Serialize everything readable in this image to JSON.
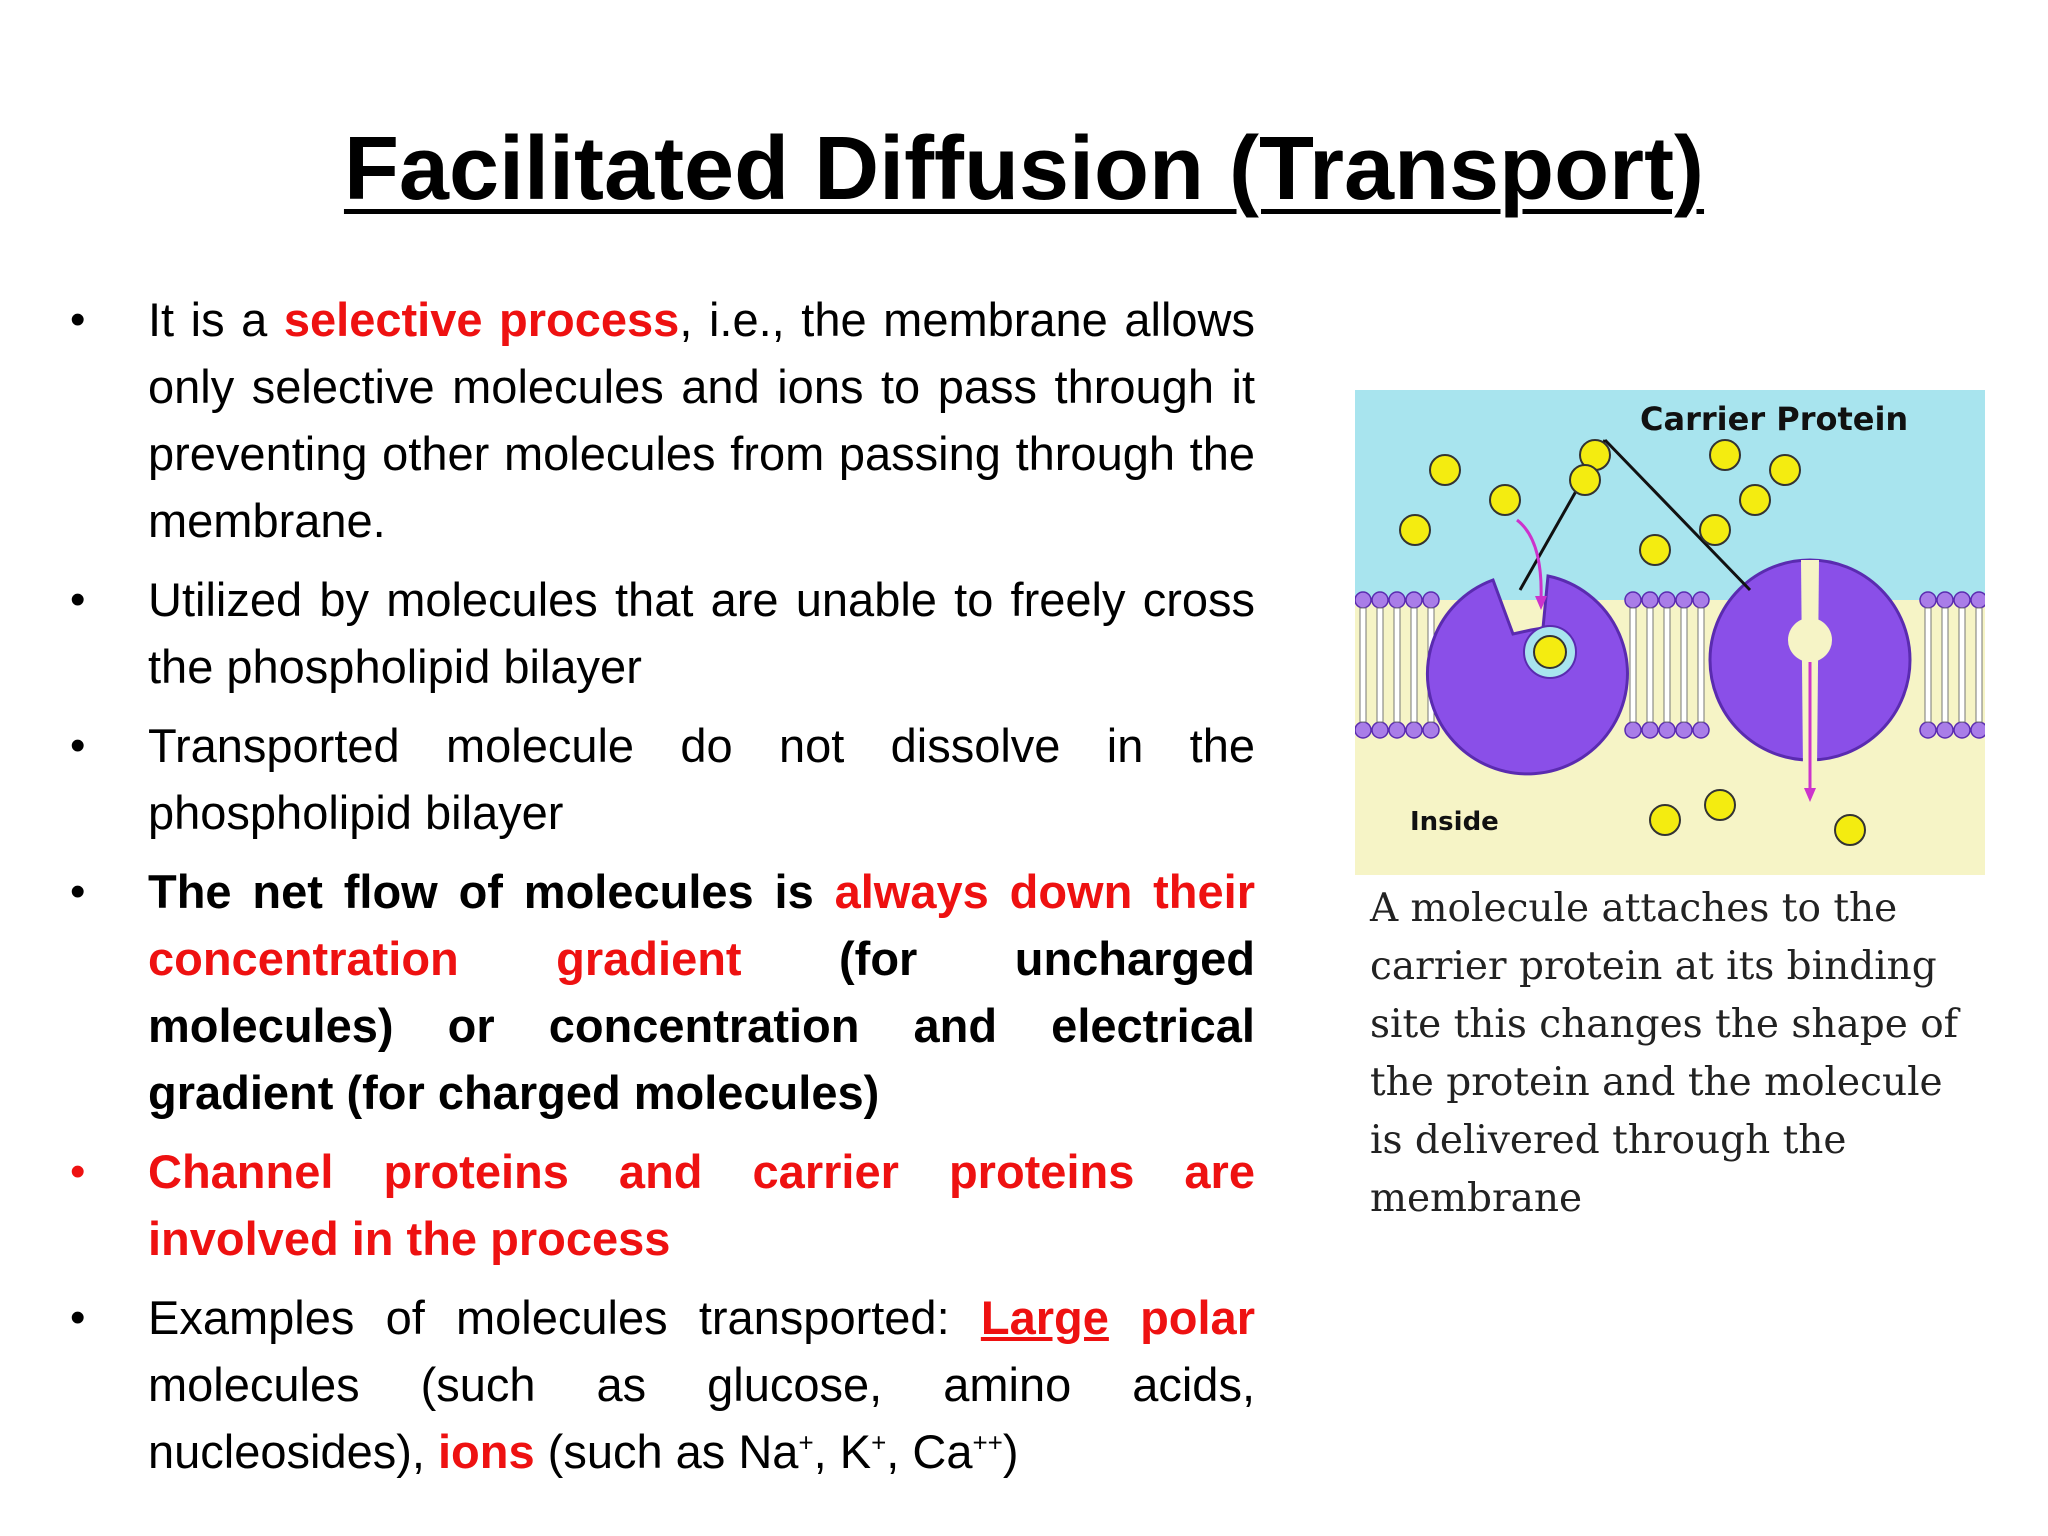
{
  "title": "Facilitated Diffusion (Transport)",
  "bullets": [
    {
      "parts": [
        {
          "text": "It is a ",
          "style": "normal"
        },
        {
          "text": "selective process",
          "style": "boldred"
        },
        {
          "text": ", i.e., the membrane allows only selective molecules and ions to pass through it preventing other molecules from passing through the membrane.",
          "style": "normal"
        }
      ]
    },
    {
      "parts": [
        {
          "text": "Utilized by molecules that are unable to freely cross the phospholipid bilayer",
          "style": "normal"
        }
      ]
    },
    {
      "parts": [
        {
          "text": "Transported molecule do not dissolve in the phospholipid bilayer",
          "style": "normal"
        }
      ]
    },
    {
      "parts": [
        {
          "text": "The net flow of molecules is ",
          "style": "bold"
        },
        {
          "text": "always down their concentration gradient",
          "style": "boldred"
        },
        {
          "text": " (for uncharged molecules) or concentration and electrical gradient (for charged molecules)",
          "style": "bold"
        }
      ]
    },
    {
      "bullet_color": "#ee1111",
      "parts": [
        {
          "text": "Channel proteins and carrier proteins are involved in the process",
          "style": "boldred"
        }
      ]
    },
    {
      "parts": [
        {
          "text": "Examples of  molecules transported: ",
          "style": "normal"
        },
        {
          "text": "Large",
          "style": "boldred-underline"
        },
        {
          "text": " polar",
          "style": "boldred"
        },
        {
          "text": " molecules (such as glucose, amino acids, nucleosides), ",
          "style": "normal"
        },
        {
          "text": "ions",
          "style": "boldred"
        },
        {
          "text": " (such as Na",
          "style": "normal"
        },
        {
          "text": "+",
          "style": "sup"
        },
        {
          "text": ", K",
          "style": "normal"
        },
        {
          "text": "+",
          "style": "sup"
        },
        {
          "text": ", Ca",
          "style": "normal"
        },
        {
          "text": "++",
          "style": "sup"
        },
        {
          "text": ")",
          "style": "normal"
        }
      ]
    }
  ],
  "figure": {
    "label_top": "Carrier Protein",
    "label_inside": "Inside",
    "colors": {
      "outside": "#a8e4ee",
      "inside": "#f6f4c6",
      "protein": "#8a4fe8",
      "molecule": "#f4ec10",
      "arrow": "#cc33cc"
    }
  },
  "caption": "A molecule attaches to the carrier protein at its binding site this changes the shape of the protein and the molecule is delivered through the membrane"
}
